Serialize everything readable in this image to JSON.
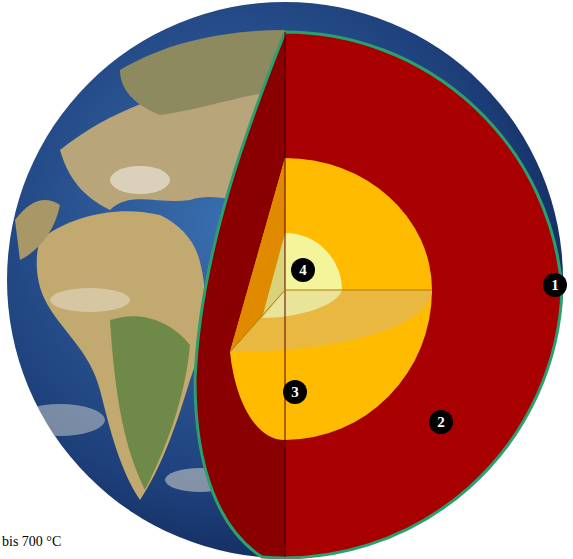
{
  "diagram": {
    "labels": [
      "1",
      "2",
      "3",
      "4",
      "bis 700 °C"
    ]
  }
}
